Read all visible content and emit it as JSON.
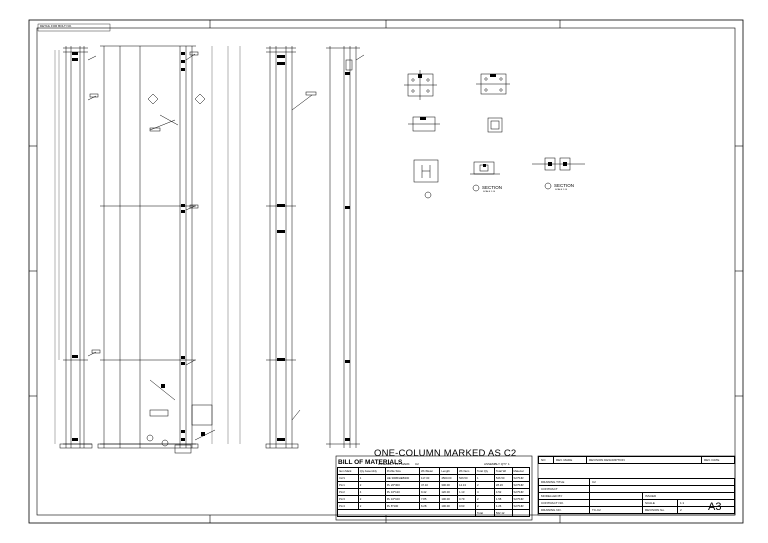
{
  "drawing": {
    "title": "ONE-COLUMN MARKED AS C2",
    "sheet_size": "A3",
    "top_left_tag": "DETAIL FOR BOLT NO."
  },
  "bom": {
    "title": "BILL OF MATERIALS",
    "assembly_label": "ASSEMBLY 1ST MARK",
    "assembly_value": "C2",
    "assembly_qty_label": "ASSEMBLY QTY",
    "assembly_qty_value": "1",
    "headers": [
      "Item Mark",
      "Qty Assembly",
      "Profile Size",
      "Wt./Meter",
      "Length",
      "Wt./Item",
      "Total Qty",
      "Total Wt",
      "Material"
    ],
    "rows": [
      [
        "C2/1",
        "1",
        "HE 300B/HEB300",
        "117.00",
        "4500.00",
        "526.50",
        "1",
        "526.50",
        "S275JR"
      ],
      [
        "PL/1",
        "2",
        "PL 20*300",
        "47.10",
        "300.00",
        "14.13",
        "2",
        "28.26",
        "S275JR"
      ],
      [
        "PL/2",
        "4",
        "PL 10*120",
        "9.42",
        "120.00",
        "1.13",
        "4",
        "4.52",
        "S275JR"
      ],
      [
        "PL/3",
        "2",
        "PL 10*100",
        "7.85",
        "100.00",
        "0.79",
        "2",
        "1.58",
        "S275JR"
      ],
      [
        "PL/4",
        "2",
        "PL 8*100",
        "6.28",
        "100.00",
        "0.63",
        "2",
        "1.26",
        "S275JR"
      ]
    ],
    "total_label": "Total",
    "total_value": "562.12"
  },
  "revision_table": {
    "headers": [
      "NO",
      "REV. MADE",
      "REVISION DESCRIPTION",
      "REV. DATE"
    ]
  },
  "title_block": {
    "drawing_title_label": "DRAWING TITLE",
    "drawing_title_value": "C2",
    "contract_label": "CONTRACT",
    "contract_value": "",
    "modelled_by_label": "MODELLED BY",
    "issued_label": "ISSUED",
    "contract_no_label": "CONTRACT NO.",
    "scale_label": "SCALE",
    "scale_value": "1:1",
    "drawing_no_label": "DRAWING NO.",
    "drawing_no_value": "TC-C2",
    "revision_no_label": "REVISION No.",
    "revision_no_value": "2"
  },
  "sections": [
    {
      "label": "SECTION",
      "sub": "SCALE 1:10"
    },
    {
      "label": "SECTION",
      "sub": "SCALE 1:10"
    }
  ]
}
